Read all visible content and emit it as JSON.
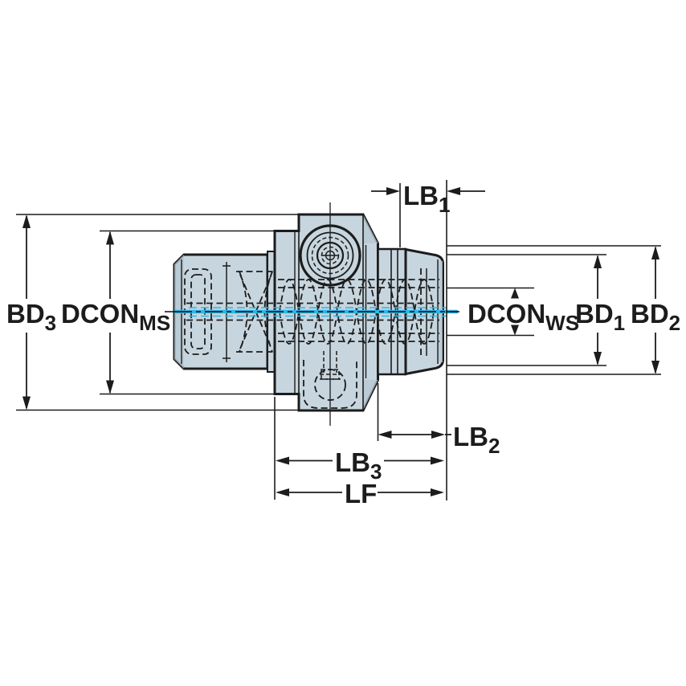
{
  "diagram": {
    "type": "technical-dimensional-drawing",
    "subject": "tool-holder-adapter-side-view-cross-section",
    "colors": {
      "body_fill": "#c7d5de",
      "shade_fill": "#b5c7d2",
      "line_color": "#1c1c1c",
      "centerline_cyan": "#29b8ea",
      "bg": "#ffffff"
    },
    "dimensions": {
      "bd3": {
        "main": "BD",
        "sub": "3"
      },
      "dcon_ms": {
        "main": "DCON",
        "sub": "MS"
      },
      "lb1": {
        "main": "LB",
        "sub": "1"
      },
      "dcon_ws": {
        "main": "DCON",
        "sub": "WS"
      },
      "bd1": {
        "main": "BD",
        "sub": "1"
      },
      "bd2": {
        "main": "BD",
        "sub": "2"
      },
      "lb2": {
        "main": "LB",
        "sub": "2"
      },
      "lb3": {
        "main": "LB",
        "sub": "3"
      },
      "lf": {
        "main": "LF",
        "sub": ""
      }
    }
  }
}
